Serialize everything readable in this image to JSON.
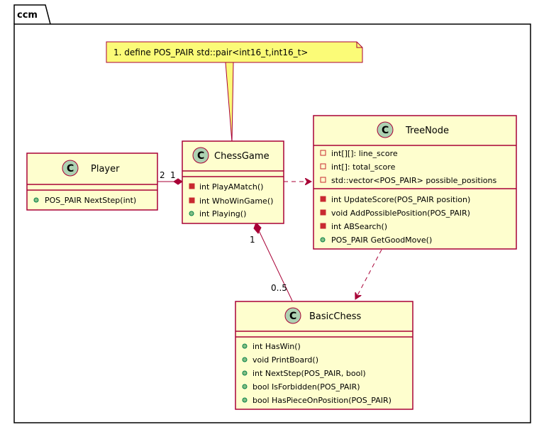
{
  "package": {
    "name": "ccm"
  },
  "note": {
    "text": "1. define POS_PAIR std::pair<int16_t,int16_t>"
  },
  "classes": {
    "player": {
      "stereotype_letter": "C",
      "name": "Player",
      "fields": [],
      "methods": [
        {
          "visibility": "public",
          "text": "POS_PAIR NextStep(int)"
        }
      ]
    },
    "chessgame": {
      "stereotype_letter": "C",
      "name": "ChessGame",
      "fields": [],
      "methods": [
        {
          "visibility": "private",
          "text": "int PlayAMatch()"
        },
        {
          "visibility": "private",
          "text": "int WhoWinGame()"
        },
        {
          "visibility": "public",
          "text": "int Playing()"
        }
      ]
    },
    "treenode": {
      "stereotype_letter": "C",
      "name": "TreeNode",
      "fields": [
        {
          "visibility": "private",
          "text": "int[][]: line_score"
        },
        {
          "visibility": "private",
          "text": "int[]: total_score"
        },
        {
          "visibility": "private",
          "text": "std::vector<POS_PAIR> possible_positions"
        }
      ],
      "methods": [
        {
          "visibility": "private",
          "text": "int UpdateScore(POS_PAIR position)"
        },
        {
          "visibility": "private",
          "text": "void AddPossiblePosition(POS_PAIR)"
        },
        {
          "visibility": "private",
          "text": "int ABSearch()"
        },
        {
          "visibility": "public",
          "text": "POS_PAIR GetGoodMove()"
        }
      ]
    },
    "basicchess": {
      "stereotype_letter": "C",
      "name": "BasicChess",
      "fields": [],
      "methods": [
        {
          "visibility": "public",
          "text": "int HasWin()"
        },
        {
          "visibility": "public",
          "text": "void PrintBoard()"
        },
        {
          "visibility": "public",
          "text": "int NextStep(POS_PAIR, bool)"
        },
        {
          "visibility": "public",
          "text": "bool IsForbidden(POS_PAIR)"
        },
        {
          "visibility": "public",
          "text": "bool HasPieceOnPosition(POS_PAIR)"
        }
      ]
    }
  },
  "relations": {
    "player_chessgame": {
      "type": "composition",
      "player_multiplicity": "2",
      "chessgame_multiplicity": "1"
    },
    "chessgame_basicchess": {
      "type": "composition",
      "chessgame_multiplicity": "1",
      "basicchess_multiplicity": "0..5"
    },
    "chessgame_treenode": {
      "type": "dependency"
    },
    "treenode_basicchess": {
      "type": "dependency"
    }
  },
  "colors": {
    "class_fill": "#FEFECE",
    "class_border": "#A80036",
    "circle_fill": "#ADD1B2",
    "note_fill": "#FBFB77",
    "private_fill": "#C82930",
    "private_stroke": "#C82930",
    "public_fill": "#84BE84",
    "public_stroke": "#038048",
    "field_private_stroke": "#C82930"
  }
}
